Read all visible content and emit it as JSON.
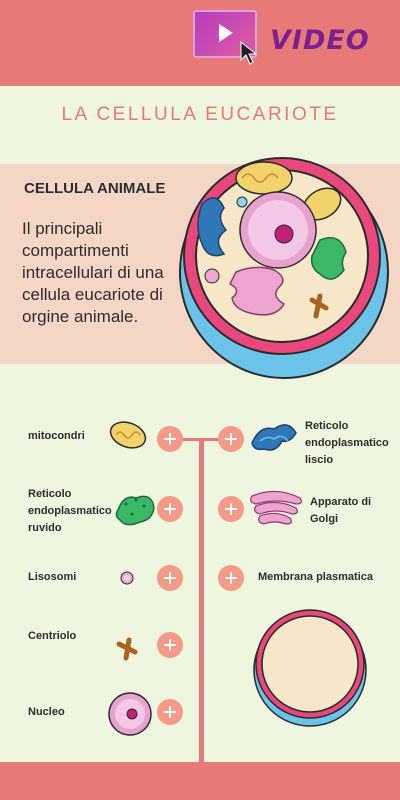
{
  "header": {
    "video_label": "VIDEO",
    "icons": [
      "play-icon",
      "cursor-icon"
    ]
  },
  "title": "LA CELLULA EUCARIOTE",
  "panel": {
    "heading": "CELLULA ANIMALE",
    "text": "Il principali compartimenti intracellulari di una cellula eucariote di orgine animale."
  },
  "items": {
    "mitocondri": "mitocondri",
    "reticolo_liscio": "Reticolo endoplasmatico liscio",
    "reticolo_ruvido": "Reticolo endoplasmatico ruvido",
    "golgi": "Apparato di Golgi",
    "lisosomi": "Lisosomi",
    "membrana": "Membrana plasmatica",
    "centriolo": "Centriolo",
    "nucleo": "Nucleo"
  },
  "colors": {
    "accent": "#e77a77",
    "plus": "#f49a86",
    "panel": "#f4d6c7",
    "background": "#eef6df"
  }
}
